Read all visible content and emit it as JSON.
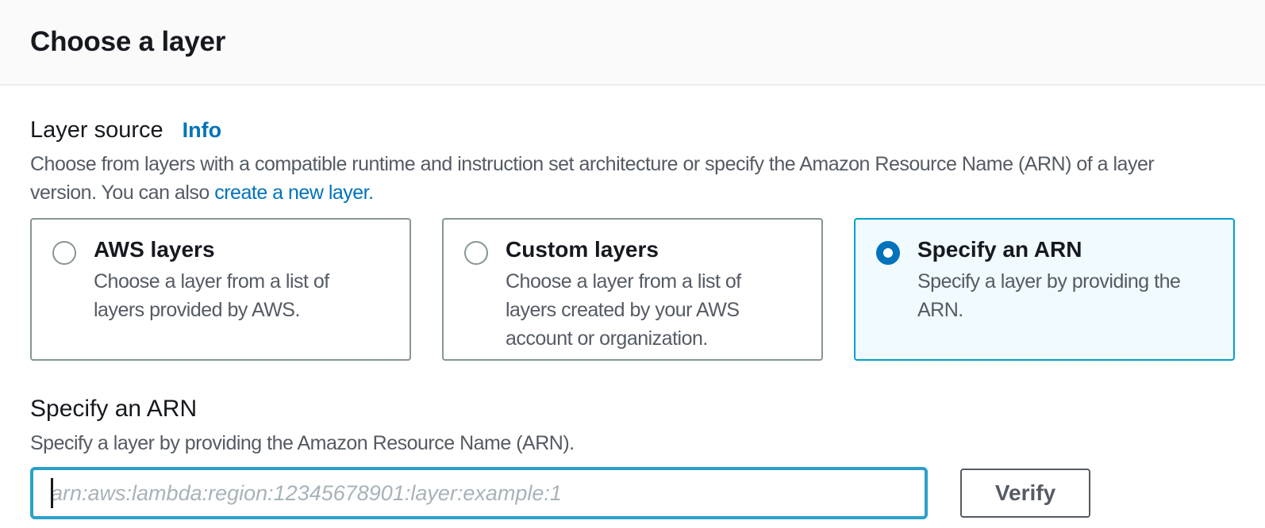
{
  "header": {
    "title": "Choose a layer"
  },
  "layer_source": {
    "label": "Layer source",
    "info_label": "Info",
    "description_before_link": "Choose from layers with a compatible runtime and instruction set architecture or specify the Amazon Resource Name (ARN) of a layer\nversion. You can also ",
    "link_label": "create a new layer."
  },
  "options": [
    {
      "label": "AWS layers",
      "description": "Choose a layer from a list of\nlayers provided by AWS.",
      "selected": false
    },
    {
      "label": "Custom layers",
      "description": "Choose a layer from a list of\nlayers created by your AWS\naccount or organization.",
      "selected": false
    },
    {
      "label": "Specify an ARN",
      "description": "Specify a layer by providing the\nARN.",
      "selected": true
    }
  ],
  "arn_section": {
    "title": "Specify an ARN",
    "description": "Specify a layer by providing the Amazon Resource Name (ARN).",
    "input_value": "",
    "input_placeholder": "arn:aws:lambda:region:12345678901:layer:example:1",
    "verify_button_label": "Verify"
  },
  "colors": {
    "header_background": "#fafafa",
    "header_border": "#eaeded",
    "primary_text": "#16191f",
    "secondary_text": "#545b64",
    "link_blue": "#0073bb",
    "selected_tile_border": "#00a1c9",
    "selected_tile_background": "#f1faff",
    "unselected_border": "#879596",
    "radio_checked": "#0073bb",
    "input_focus_border": "#2aa0c9",
    "placeholder_text": "#a7b3ba"
  }
}
